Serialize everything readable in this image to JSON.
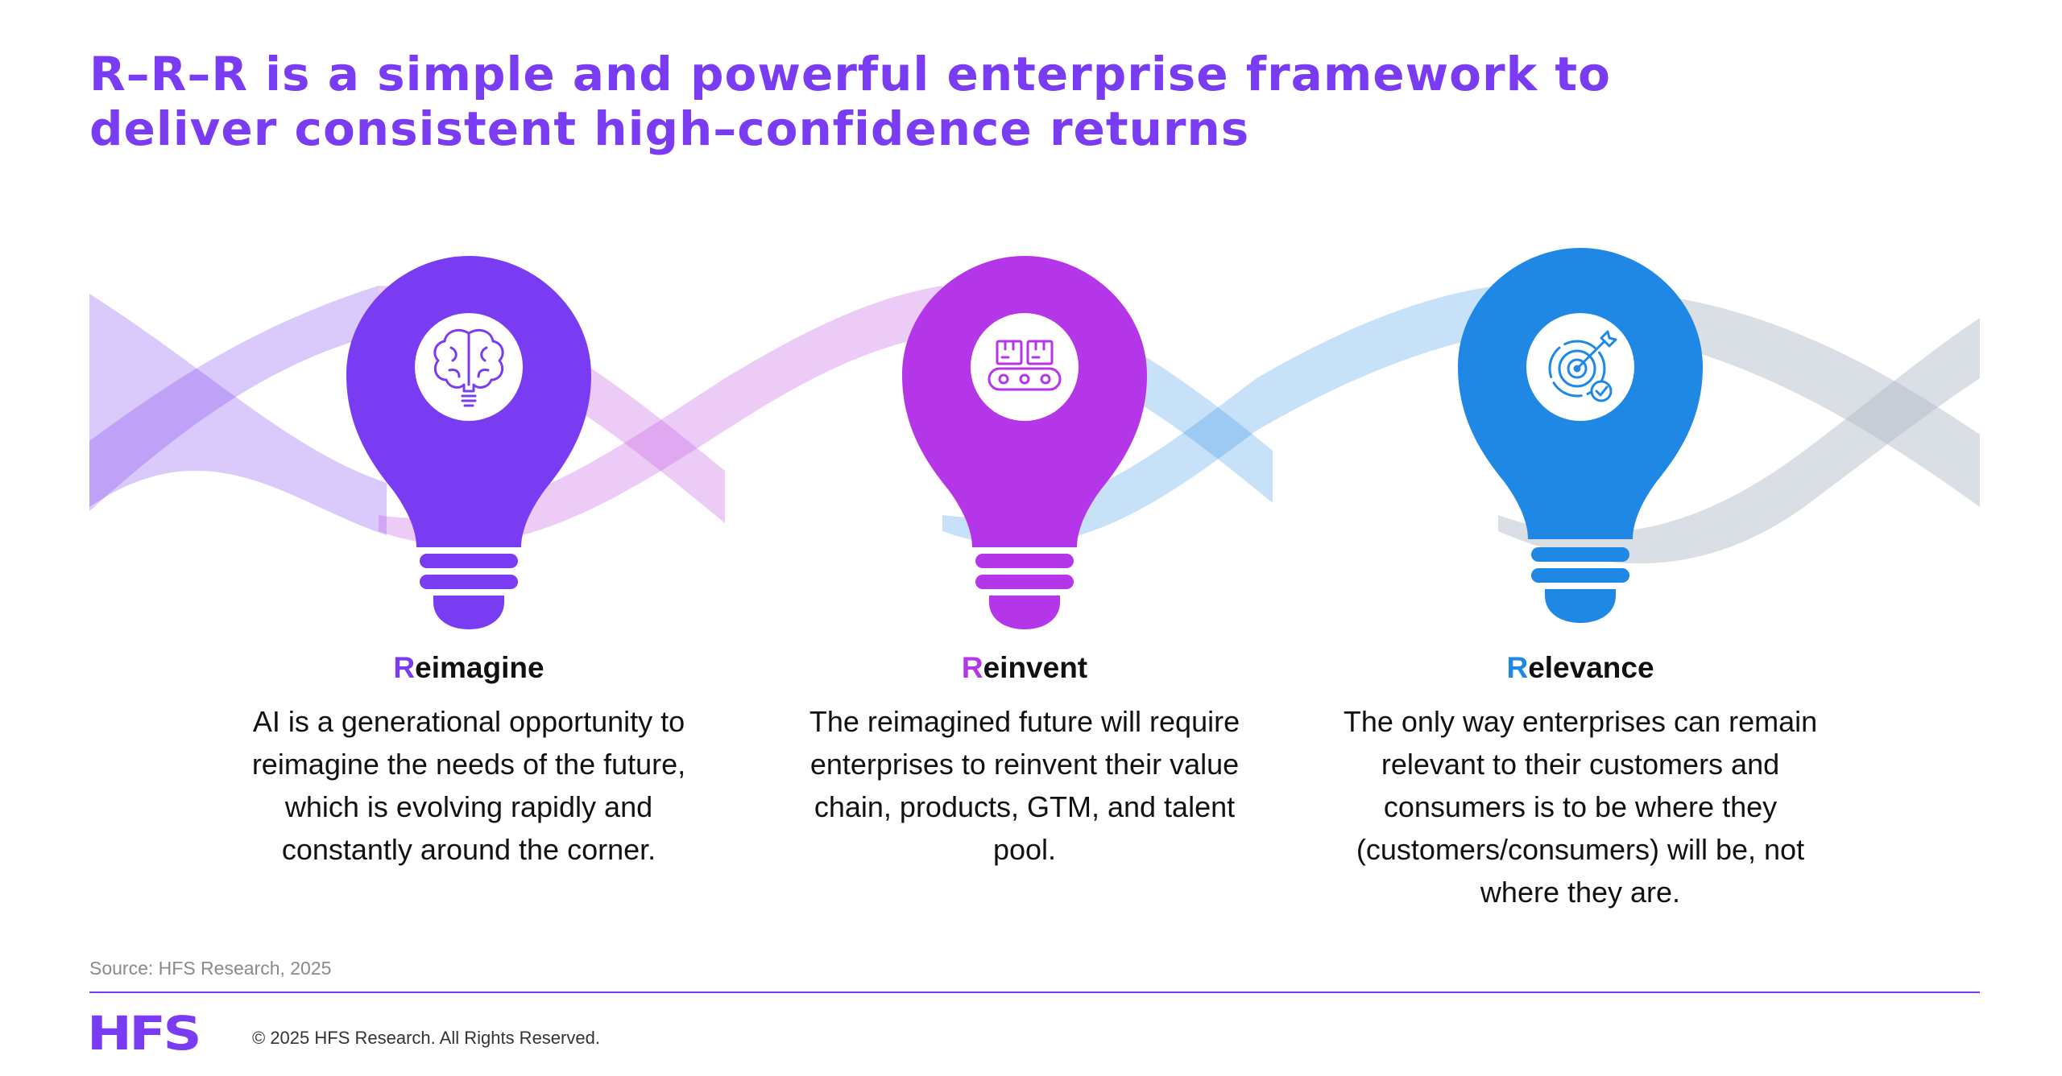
{
  "title": {
    "line1": "R–R–R is a simple and powerful enterprise framework to",
    "line2": "deliver consistent high–confidence returns"
  },
  "colors": {
    "title": "#7a3cf2",
    "reimagine": "#7a3cf2",
    "reinvent": "#b535e8",
    "relevance": "#1f88e5",
    "ribbon_gray": "#aeb8c6"
  },
  "pillars": [
    {
      "initial": "R",
      "rest": "eimagine",
      "icon": "brain-lightbulb-icon",
      "body": "AI is a generational opportunity to reimagine the needs of the future, which is evolving rapidly and constantly around the corner."
    },
    {
      "initial": "R",
      "rest": "einvent",
      "icon": "conveyor-boxes-icon",
      "body": "The reimagined future will require enterprises to reinvent their value chain, products, GTM, and talent pool."
    },
    {
      "initial": "R",
      "rest": "elevance",
      "icon": "target-arrow-check-icon",
      "body": "The only way enterprises can remain relevant to their customers and consumers is to be where they (customers/consumers) will be, not where they are."
    }
  ],
  "footer": {
    "source": "Source: HFS Research, 2025",
    "logo": "HFS",
    "copyright": "© 2025 HFS Research. All Rights Reserved."
  }
}
